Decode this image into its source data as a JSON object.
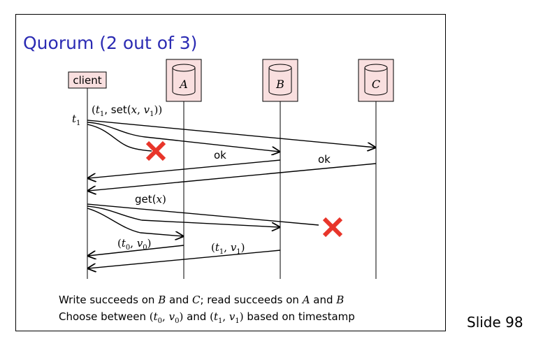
{
  "slide": {
    "title": "Quorum (2 out of 3)",
    "slide_number": "Slide 98",
    "title_color": "#2b2bb3"
  },
  "diagram": {
    "nodes": {
      "client": "client",
      "replicas": [
        "A",
        "B",
        "C"
      ]
    },
    "node_fill": "#f9dfdf",
    "fail_color": "#e8352a",
    "labels": {
      "t1": "t",
      "t1_sub": "1",
      "write_request": "(t₁, set(x, v₁))",
      "write_request_prefix": "(",
      "write_request_t": "t",
      "write_request_sub": "1",
      "write_request_set": ", set(",
      "write_request_x": "x",
      "write_request_comma": ", ",
      "write_request_v": "v",
      "write_request_vsub": "1",
      "write_request_close": "))",
      "ok_b": "ok",
      "ok_c": "ok",
      "read_request_get": "get(",
      "read_request_x": "x",
      "read_request_close": ")",
      "resp_a": "(t0, v0)",
      "resp_b": "(t1, v1)"
    },
    "caption": {
      "line1_part1": "Write succeeds on ",
      "line1_b": "B",
      "line1_part2": " and ",
      "line1_c": "C",
      "line1_part3": "; read succeeds on ",
      "line1_a": "A",
      "line1_part4": " and ",
      "line1_b2": "B",
      "line2_part1": "Choose between ",
      "line2_t0v0": "(t0, v0)",
      "line2_part2": " and ",
      "line2_t1v1": "(t1, v1)",
      "line2_part3": " based on timestamp"
    }
  }
}
